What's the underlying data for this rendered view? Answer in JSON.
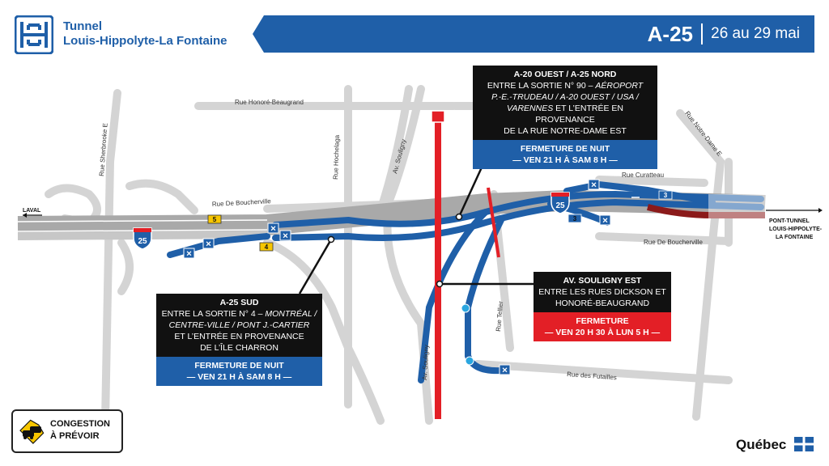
{
  "header": {
    "brand_line1": "Tunnel",
    "brand_line2": "Louis-Hippolyte-La Fontaine",
    "highway": "A-25",
    "dates": "26 au 29 mai"
  },
  "streets": {
    "honore_beaugrand": "Rue Honoré-Beaugrand",
    "sherbrooke": "Rue Sherbrooke E",
    "hochelaga": "Rue Hochelaga",
    "souligny_top": "Av. Souligny",
    "souligny_bottom": "Av. Souligny",
    "notre_dame": "Rue Notre-Dame E",
    "curatteau": "Rue Curatteau",
    "de_boucherville_left": "Rue De Boucherville",
    "de_boucherville_right": "Rue De Boucherville",
    "tellier": "Rue Tellier",
    "futailles": "Rue des Futailles"
  },
  "destinations": {
    "laval": "LAVAL",
    "pont_tunnel_1": "PONT-TUNNEL",
    "pont_tunnel_2": "LOUIS-HIPPOLYTE-",
    "pont_tunnel_3": "LA FONTAINE"
  },
  "shields": {
    "a25_main": "25",
    "a25_ramp": "25"
  },
  "exits": {
    "exit5": "5",
    "exit4": "4",
    "exit3a": "3",
    "exit3b": "3"
  },
  "notices": {
    "a20_nord": {
      "title": "A-20 OUEST / A-25 NORD",
      "line1": "ENTRE LA SORTIE N° 90 –",
      "line1_it": "AÉROPORT",
      "line2_it": "P.-E.-TRUDEAU / A-20 OUEST / USA /",
      "line3_it": "VARENNES",
      "line3": "ET L’ENTRÉE EN PROVENANCE",
      "line4": "DE LA RUE NOTRE-DAME EST",
      "closure": "FERMETURE DE NUIT",
      "schedule": "— VEN 21 H À SAM 8 H —"
    },
    "a25_sud": {
      "title": "A-25 SUD",
      "line1": "ENTRE LA SORTIE N° 4 –",
      "line1_it": "MONTRÉAL /",
      "line2_it": "CENTRE-VILLE / PONT J.-CARTIER",
      "line3": "ET L’ENTRÉE EN PROVENANCE",
      "line4": "DE L’ÎLE CHARRON",
      "closure": "FERMETURE DE NUIT",
      "schedule": "— VEN 21 H À SAM 8 H —"
    },
    "souligny": {
      "title": "AV. SOULIGNY EST",
      "line1": "ENTRE LES RUES DICKSON ET",
      "line2": "HONORÉ-BEAUGRAND",
      "closure": "FERMETURE",
      "schedule": "— VEN 20 H 30 À LUN 5 H —"
    }
  },
  "congestion": {
    "line1": "CONGESTION",
    "line2": "À PRÉVOIR"
  },
  "footer": {
    "quebec": "Québec"
  },
  "colors": {
    "brand_blue": "#1f5fa8",
    "closure_red": "#e31f26",
    "road_gray": "#cfcfcf",
    "highway_gray": "#a6a6a6"
  }
}
